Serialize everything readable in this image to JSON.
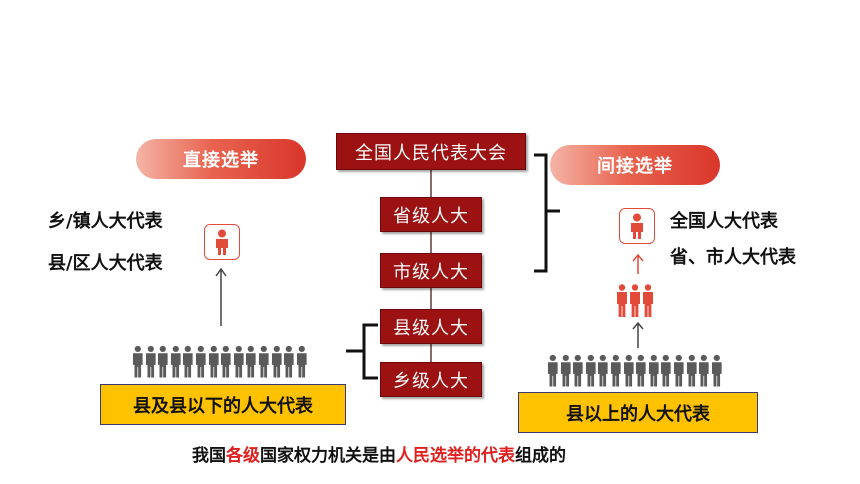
{
  "left": {
    "pill_label": "直接选举",
    "line1": "乡/镇人大代表",
    "line2": "县/区人大代表",
    "yellow_label": "县及县以下的人大代表"
  },
  "center": {
    "levels": [
      "全国人民代表大会",
      "省级人大",
      "市级人大",
      "县级人大",
      "乡级人大"
    ]
  },
  "right": {
    "pill_label": "间接选举",
    "line1": "全国人大代表",
    "line2": "省、市人大代表",
    "yellow_label": "县以上的人大代表"
  },
  "bottom": {
    "part1": "我国",
    "part2": "各级",
    "part3": "国家权力机关是由",
    "part4": "人民选举的代表",
    "part5": "组成的"
  },
  "colors": {
    "accent_red": "#e02020",
    "level_box": "#9c1111",
    "yellow_box": "#ffc200",
    "person_gray": "#5a5a5a",
    "person_red": "#e24a3a"
  },
  "icons": [
    "person-icon",
    "crowd-icon",
    "arrow-up-icon",
    "bracket-icon"
  ]
}
